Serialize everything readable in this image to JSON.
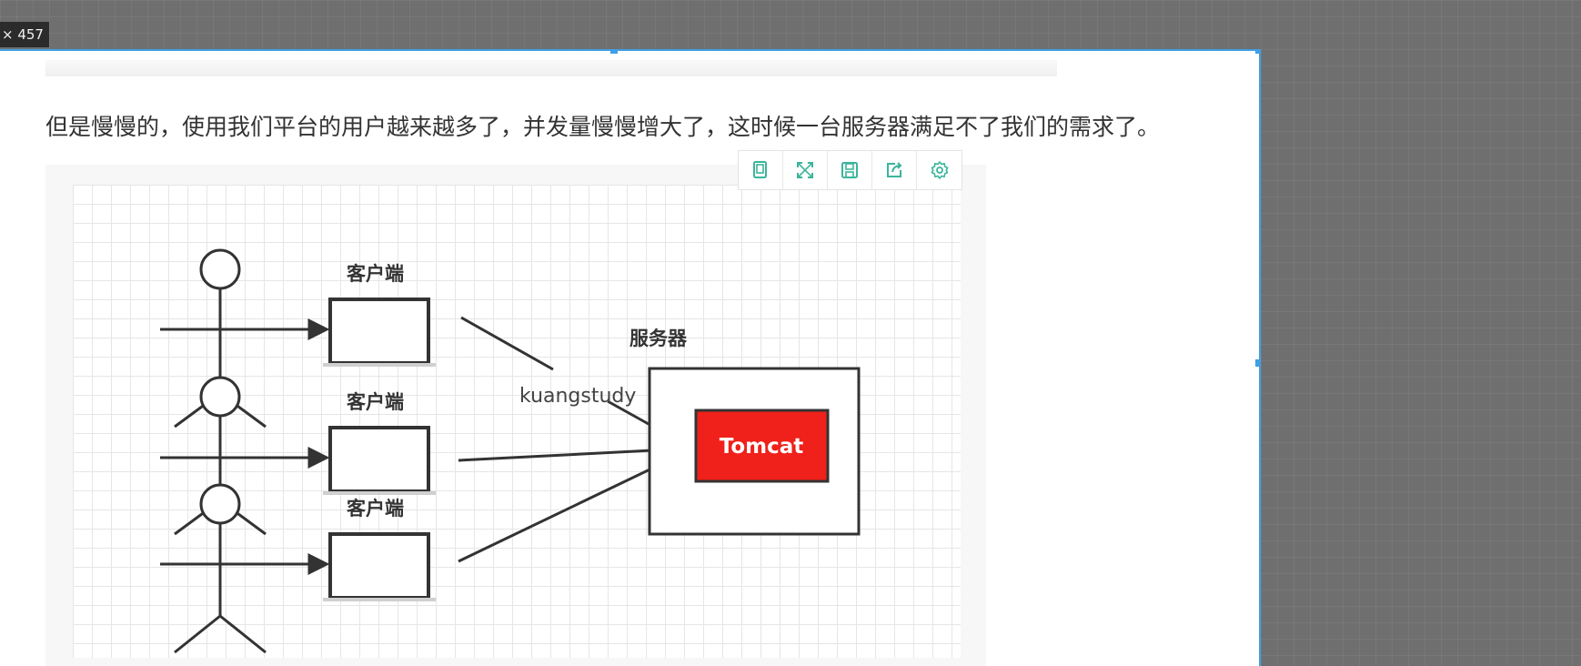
{
  "badge": {
    "size_text": "× 457"
  },
  "article": {
    "paragraph": "但是慢慢的，使用我们平台的用户越来越多了，并发量慢慢增大了，这时候一台服务器满足不了我们的需求了。"
  },
  "toolbar": {
    "buttons": [
      {
        "icon": "copy-icon"
      },
      {
        "icon": "fullscreen-icon"
      },
      {
        "icon": "save-icon"
      },
      {
        "icon": "share-icon"
      },
      {
        "icon": "settings-icon"
      }
    ],
    "accent_color": "#3bb59a"
  },
  "diagram": {
    "client_labels": [
      "客户端",
      "客户端",
      "客户端"
    ],
    "server_label": "服务器",
    "edge_label": "kuangstudy",
    "server_app_label": "Tomcat",
    "server_app_color": "#f0201a"
  }
}
